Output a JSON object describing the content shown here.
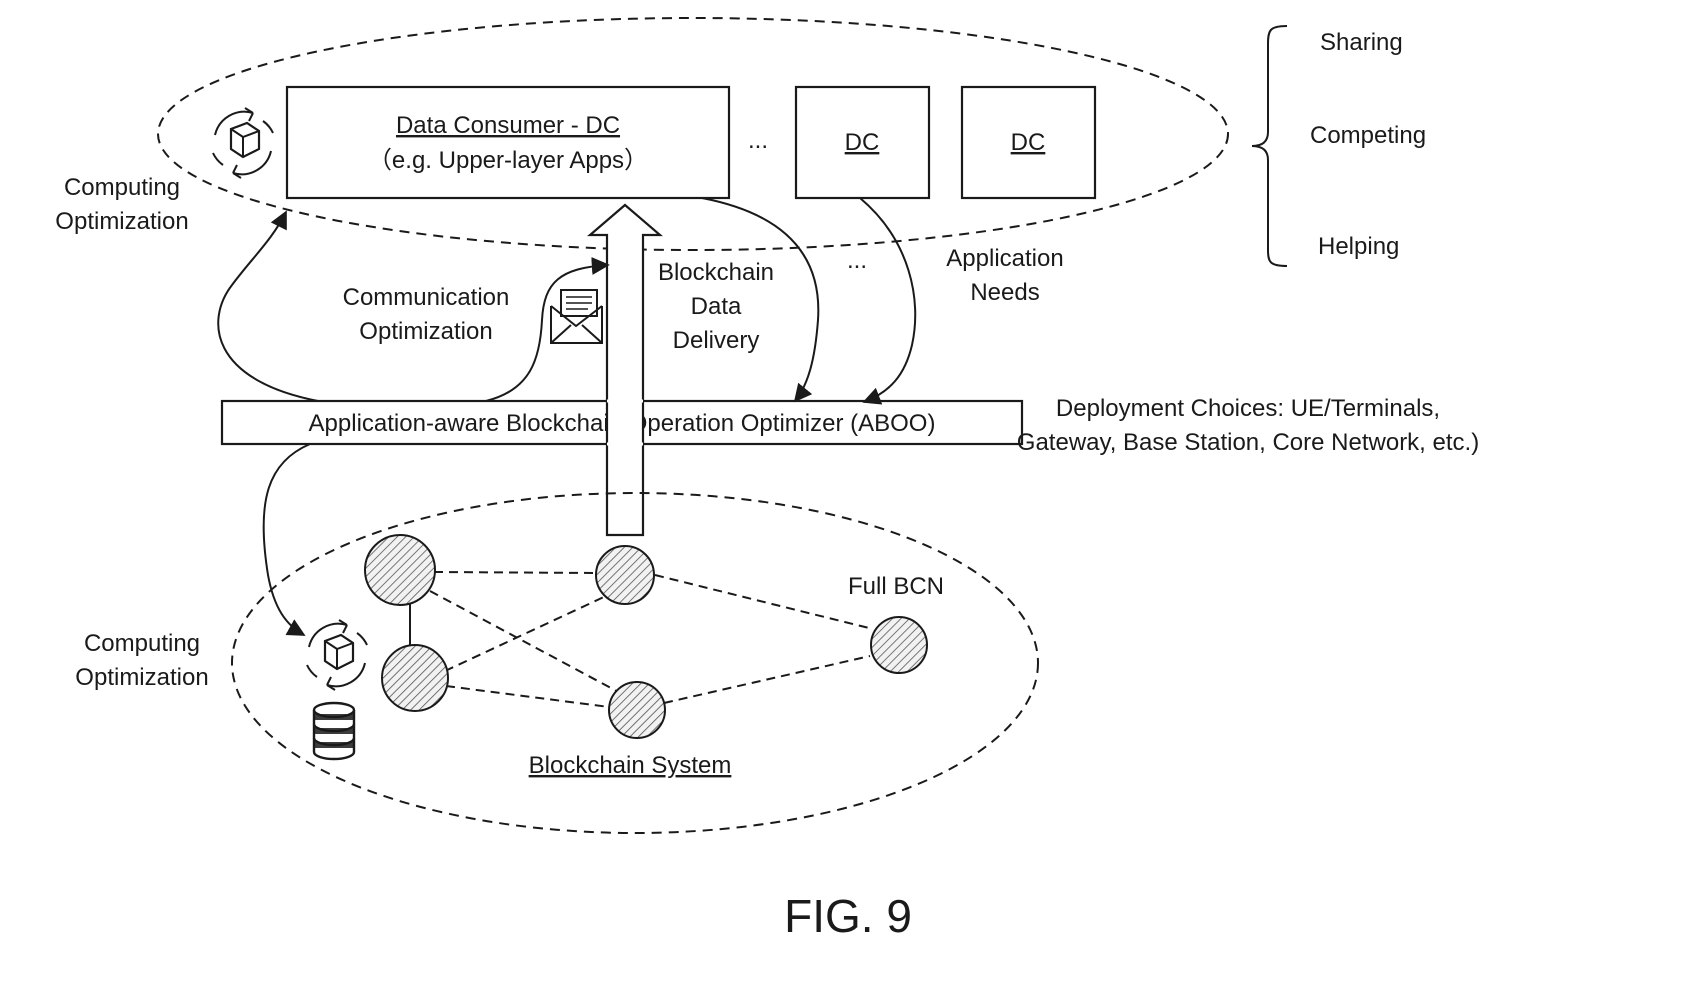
{
  "consumer_box": {
    "title": "Data Consumer - DC",
    "subtitle": "（e.g. Upper-layer Apps）"
  },
  "dc_boxes": [
    "DC",
    "DC"
  ],
  "ellipsis": "...",
  "brace_items": [
    "Sharing",
    "Competing",
    "Helping"
  ],
  "labels": {
    "computing_optimization_top": [
      "Computing",
      "Optimization"
    ],
    "communication_optimization": [
      "Communication",
      "Optimization"
    ],
    "blockchain_data_delivery": [
      "Blockchain",
      "Data",
      "Delivery"
    ],
    "application_needs": [
      "Application",
      "Needs"
    ],
    "deployment_choices": [
      "Deployment Choices: UE/Terminals,",
      "Gateway, Base Station, Core Network, etc.)"
    ],
    "computing_optimization_bottom": [
      "Computing",
      "Optimization"
    ],
    "full_bcn": "Full BCN",
    "blockchain_system": "Blockchain System"
  },
  "aboo_box": {
    "label": "Application-aware Blockchain Operation Optimizer (ABOO)"
  },
  "icons": {
    "gear_top": "recycle-box-icon",
    "envelope": "envelope-icon",
    "gear_bottom": "recycle-box-icon",
    "database": "database-icon"
  },
  "caption": "FIG. 9"
}
